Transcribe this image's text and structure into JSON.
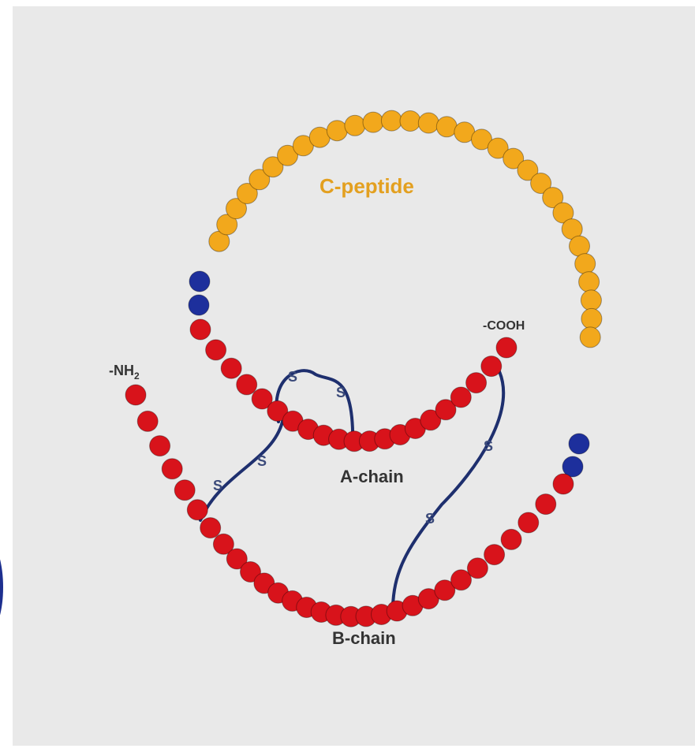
{
  "labels": {
    "c_peptide": "C-peptide",
    "nh2_prefix": "-NH",
    "nh2_subscript": "2",
    "cooh": "-COOH",
    "a_chain": "A-chain",
    "b_chain": "B-chain",
    "sulfur": "S"
  },
  "colors": {
    "background": "#e9e9e9",
    "c_peptide_bead": "#f2a81c",
    "c_peptide_label": "#e3a020",
    "chain_bead": "#d8131b",
    "linker_bead": "#1d2f9c",
    "bond": "#1e2f6e",
    "text": "#333333"
  },
  "structure": {
    "c_peptide_residues": 31,
    "a_chain_residues": 21,
    "b_chain_residues": 30,
    "disulfide_bonds": 3,
    "linker_residues_each_end": 2
  }
}
